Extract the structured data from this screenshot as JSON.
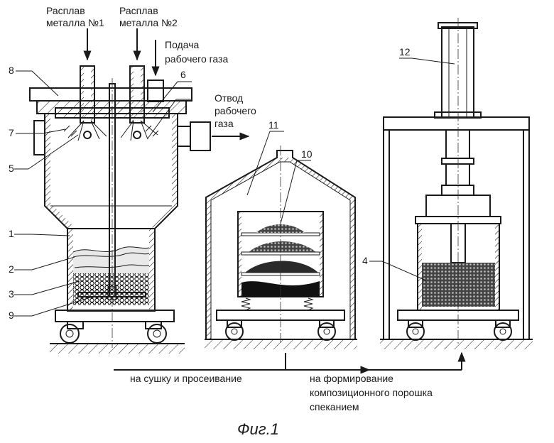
{
  "labels": {
    "melt1_l1": "Расплав",
    "melt1_l2": "металла №1",
    "melt2_l1": "Расплав",
    "melt2_l2": "металла №2",
    "gas_in_l1": "Подача",
    "gas_in_l2": "рабочего газа",
    "gas_out_l1": "Отвод",
    "gas_out_l2": "рабочего",
    "gas_out_l3": "газа"
  },
  "callouts": [
    "1",
    "2",
    "3",
    "4",
    "5",
    "6",
    "7",
    "8",
    "9",
    "10",
    "11",
    "12"
  ],
  "flow": {
    "to_dry": "на сушку и просеивание",
    "to_form_l1": "на формирование",
    "to_form_l2": "композиционного порошка",
    "to_form_l3": "спеканием"
  },
  "caption": "Фиг.1"
}
